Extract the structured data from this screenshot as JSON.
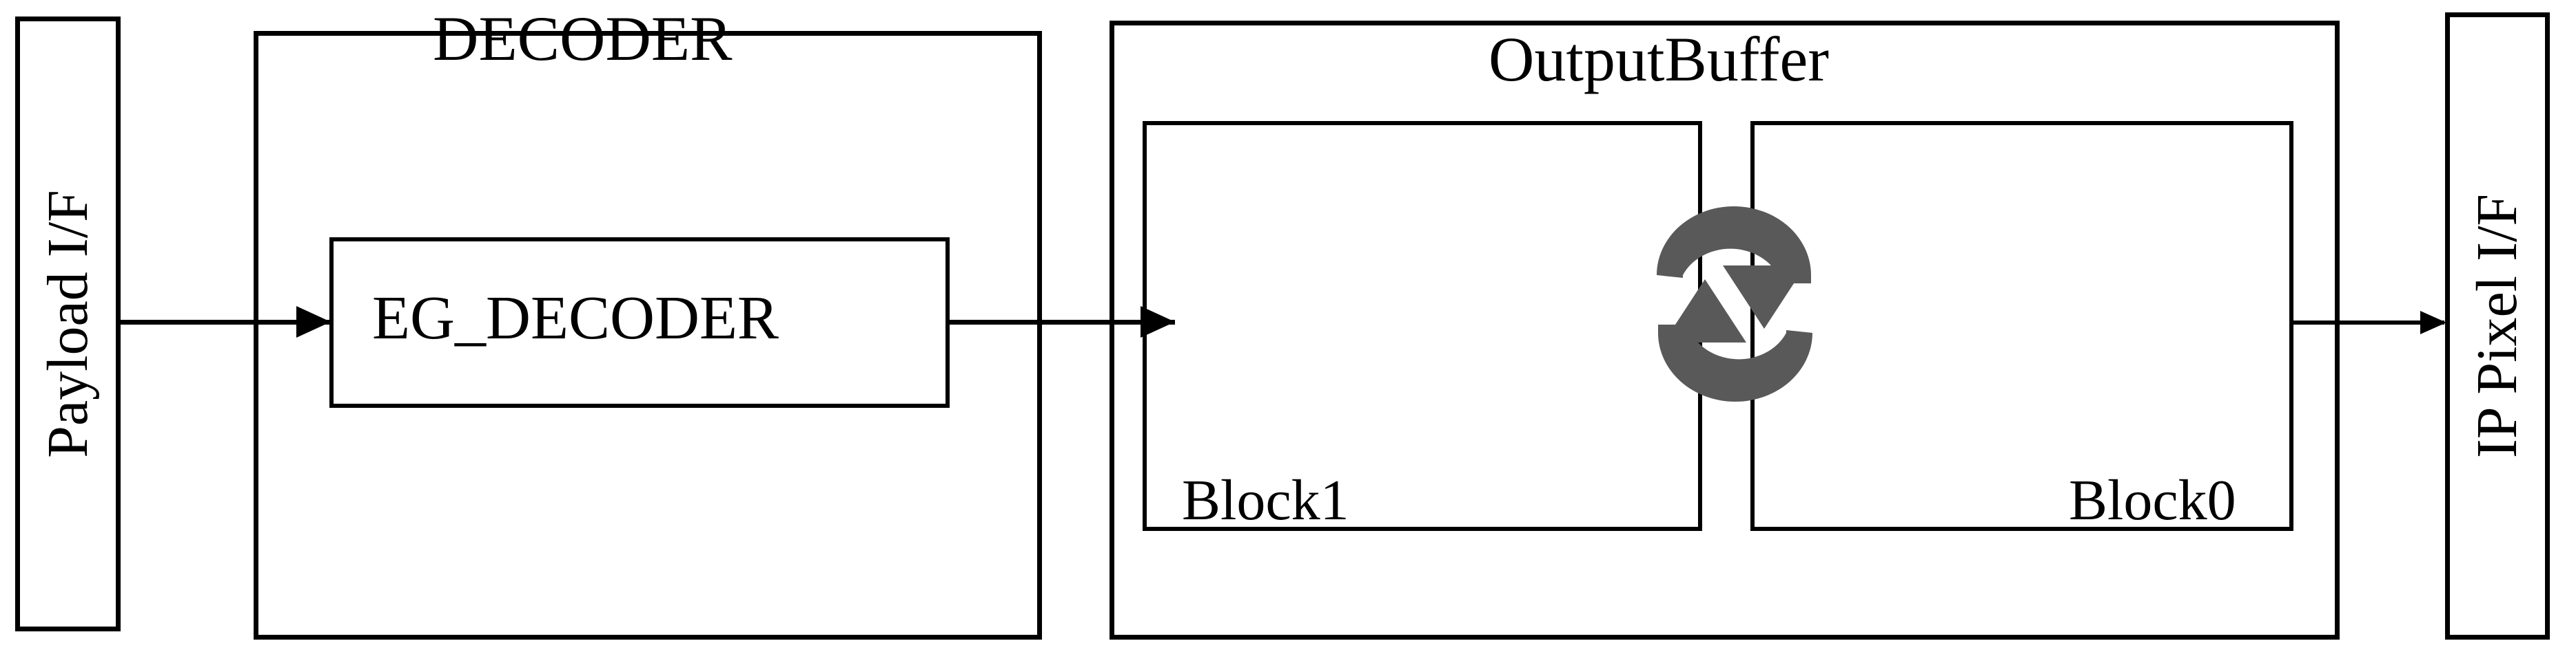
{
  "diagram": {
    "title": "Decoder and OutputBuffer block diagram",
    "background_color": "#ffffff",
    "line_color": "#000000",
    "accent_color": "#595959"
  },
  "ports": {
    "input": {
      "label": "Payload I/F",
      "orientation": "vertical-bottom-to-top"
    },
    "output": {
      "label": "IP Pixel I/F",
      "orientation": "vertical-bottom-to-top"
    }
  },
  "decoder": {
    "title": "DECODER",
    "inner_block": {
      "label": "EG_DECODER"
    }
  },
  "output_buffer": {
    "title": "OutputBuffer",
    "blocks": [
      {
        "label": "Block1"
      },
      {
        "label": "Block0"
      }
    ],
    "swap_icon": {
      "name": "circular-swap-arrows-icon",
      "color": "#595959"
    }
  },
  "connections": [
    {
      "name": "payload-to-eg-decoder",
      "from": "Payload I/F",
      "to": "EG_DECODER"
    },
    {
      "name": "eg-decoder-to-output-buffer",
      "from": "EG_DECODER",
      "to": "Block1"
    },
    {
      "name": "output-buffer-to-ip-pixel",
      "from": "OutputBuffer",
      "to": "IP Pixel I/F"
    }
  ]
}
